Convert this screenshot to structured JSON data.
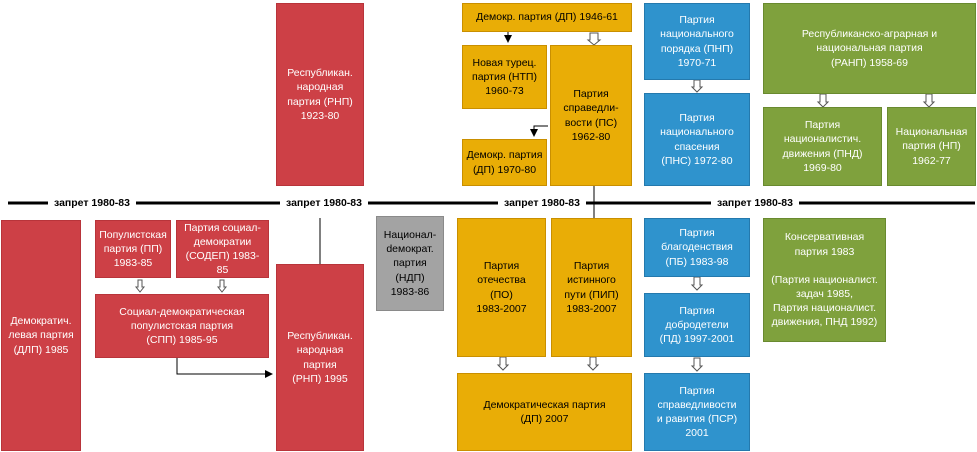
{
  "ban": {
    "label1": "запрет 1980-83",
    "label2": "запрет 1980-83",
    "label3": "запрет 1980-83",
    "label4": "запрет 1980-83"
  },
  "boxes": {
    "rnp_1923": "Республикан.\nнародная\nпартия (РНП)\n1923-80",
    "dlp": "Демократич.\nлевая партия\n(ДЛП) 1985",
    "pp": "Популистская\nпартия (ПП)\n1983-85",
    "sodep": "Партия социал-\nдемократии\n(СОДЕП) 1983-85",
    "spp": "Социал-демократическая\nпопулистская партия\n(СПП)  1985-95",
    "rnp_1995": "Республикан.\nнародная\nпартия\n(РНП) 1995",
    "ndp": "Национал-\ndемократ.\nпартия\n(НДП)\n1983-86",
    "dp_1946": "Демокр. партия (ДП) 1946-61",
    "ntp": "Новая турец.\nпартия (НТП)\n1960-73",
    "ps": "Партия\nсправедли-\nвости (ПС)\n1962-80",
    "dp_1970": "Демокр. партия\n(ДП) 1970-80",
    "po": "Партия\nотечества\n(ПО)\n1983-2007",
    "pip": "Партия\nистинного\nпути (ПИП)\n1983-2007",
    "dp_2007": "Демократическая партия\n(ДП) 2007",
    "pnp": "Партия\nнационального\nпорядка (ПНП)\n1970-71",
    "pns": "Партия\nнационального\nспасения\n(ПНС) 1972-80",
    "pb": "Партия\nблагоденствия\n(ПБ) 1983-98",
    "pd": "Партия\nдобродетели\n(ПД) 1997-2001",
    "psr": "Партия\nсправедливости\nи равития (ПСР)\n2001",
    "ranp": "Республиканско-аграрная и\nнациональная партия\n(РАНП) 1958-69",
    "pnd": "Партия\nнационалистич.\nдвижения (ПНД)\n1969-80",
    "np": "Национальная\nпартия (НП)\n1962-77",
    "conservative": "Консервативная\nпартия 1983\n\n(Партия националист.\nзадач 1985,\nПартия националист.\nдвижения, ПНД 1992)"
  },
  "colors": {
    "red": "#cd4046",
    "orange": "#e9ad06",
    "blue": "#2f93cd",
    "green": "#7fa13d",
    "gray": "#a3a3a3"
  }
}
